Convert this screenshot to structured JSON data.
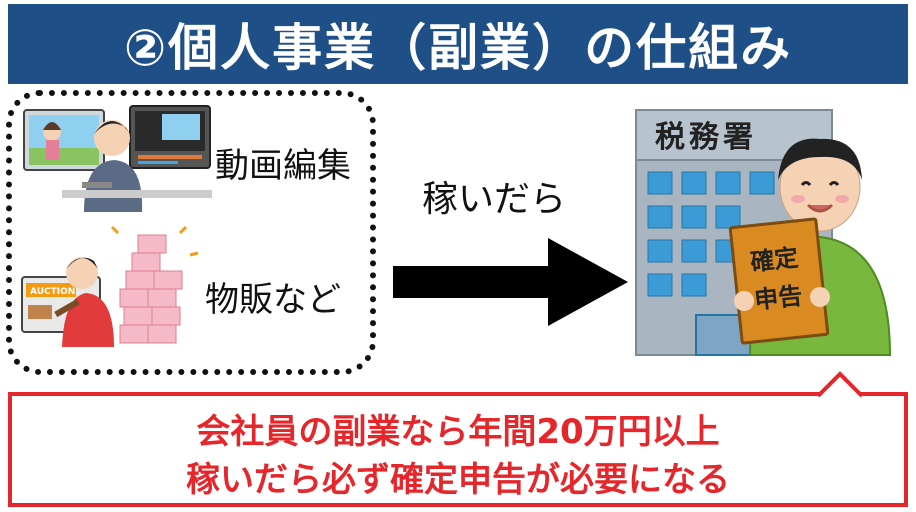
{
  "title": "②個人事業（副業）の仕組み",
  "left_panel": {
    "item1_label": "動画編集",
    "item2_label": "物販など",
    "auction_sign": "AUCTION"
  },
  "arrow_label": "稼いだら",
  "tax_office": {
    "sign": "税務署",
    "document_line1": "確定",
    "document_line2": "申告"
  },
  "callout": {
    "line1": "会社員の副業なら年間20万円以上",
    "line2": "稼いだら必ず確定申告が必要になる"
  },
  "colors": {
    "title_bg": "#1f4f87",
    "callout_red": "#e5262b",
    "building": "#a9b6c1",
    "window": "#3a9bd7",
    "person_shirt": "#78b83f"
  },
  "icons": [
    "video-editor-illustration",
    "auction-seller-illustration",
    "tax-office-building-illustration",
    "person-holding-tax-return-illustration",
    "right-arrow-icon"
  ]
}
